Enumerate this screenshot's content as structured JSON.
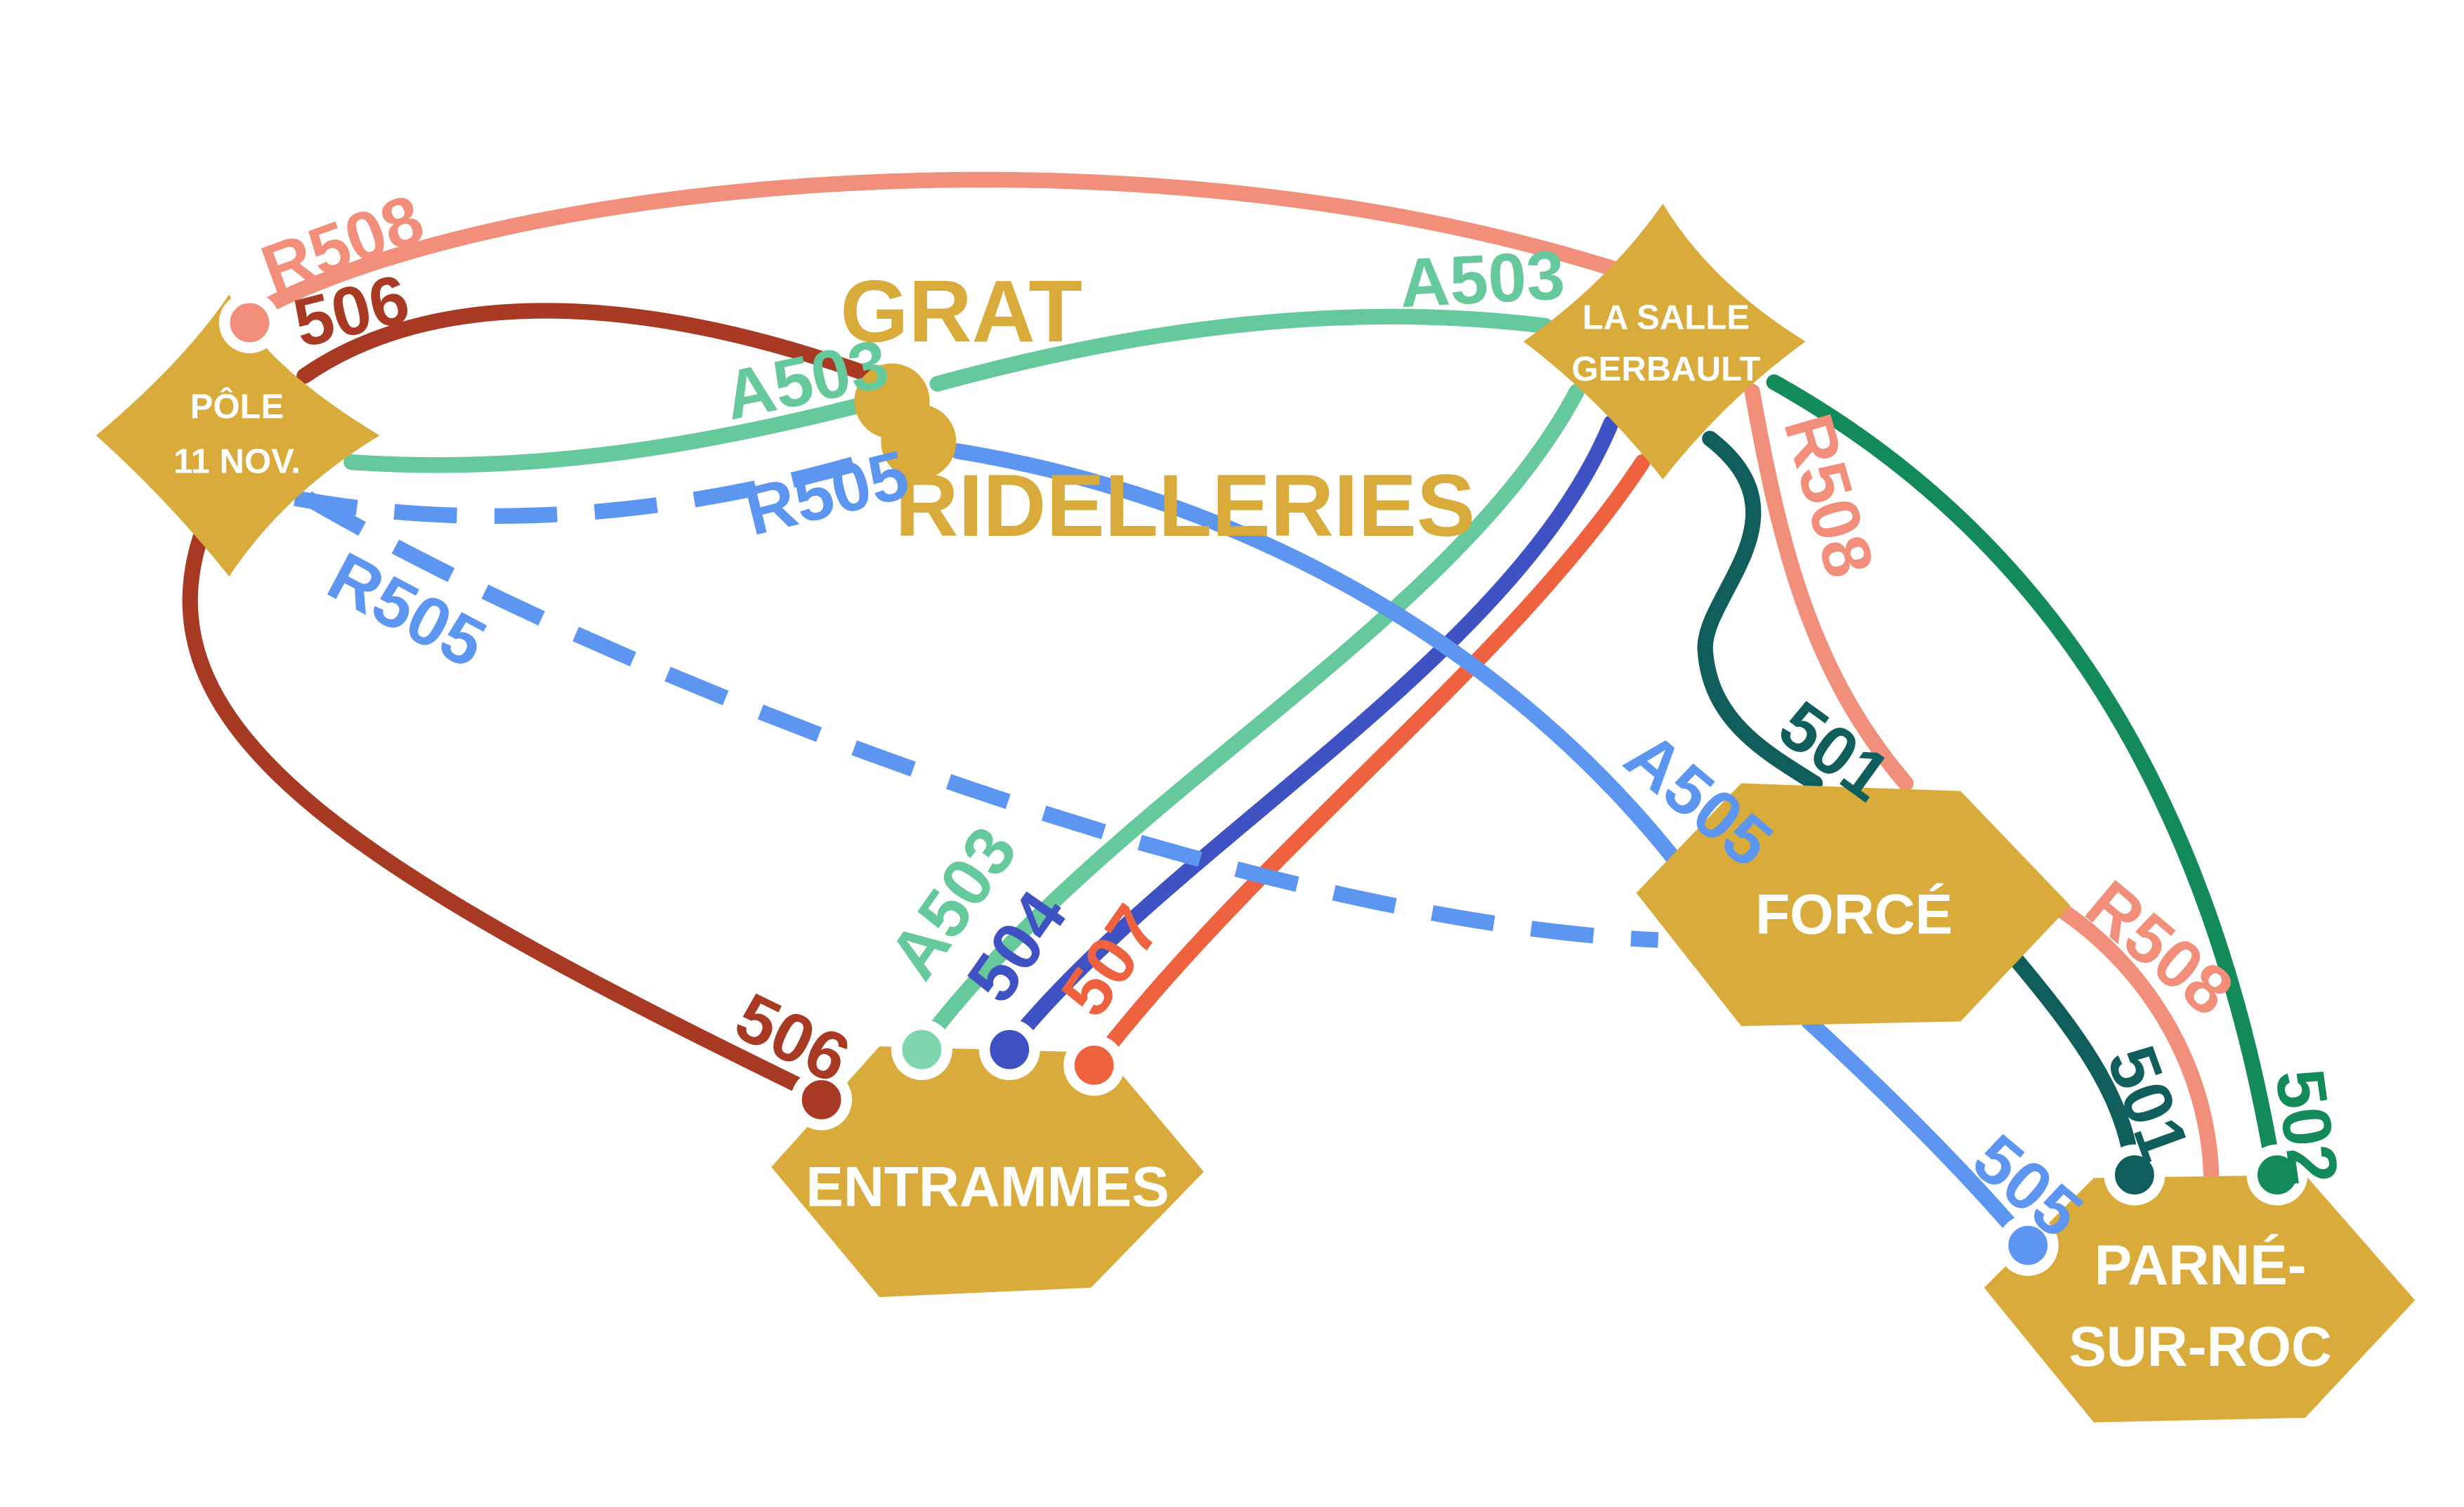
{
  "colors": {
    "node": "#d9ab3a",
    "r508": "#f28f7b",
    "l506": "#a83a23",
    "a503": "#66c99c",
    "r505": "#5c96f0",
    "a505": "#5c96f0",
    "l504": "#3f52c4",
    "l507": "#ef6240",
    "l501": "#0f5e5b",
    "l502": "#138a59",
    "l505": "#5c96f0"
  },
  "nodes": {
    "pole": {
      "line1": "PÔLE",
      "line2": "11 NOV."
    },
    "lasalle": {
      "line1": "LA SALLE",
      "line2": "GERBAULT"
    },
    "force": {
      "name": "FORCÉ"
    },
    "entrammes": {
      "name": "ENTRAMMES"
    },
    "parne": {
      "line1": "PARNÉ-",
      "line2": "SUR-ROC"
    }
  },
  "stops": {
    "grat": "GRAT",
    "ridelleries": "RIDELLERIES"
  },
  "routes": {
    "r508": "R508",
    "l506": "506",
    "a503": "A503",
    "r505": "R505",
    "a505": "A505",
    "l504": "504",
    "l507": "507",
    "l501": "501",
    "l502": "502",
    "l505": "505"
  }
}
